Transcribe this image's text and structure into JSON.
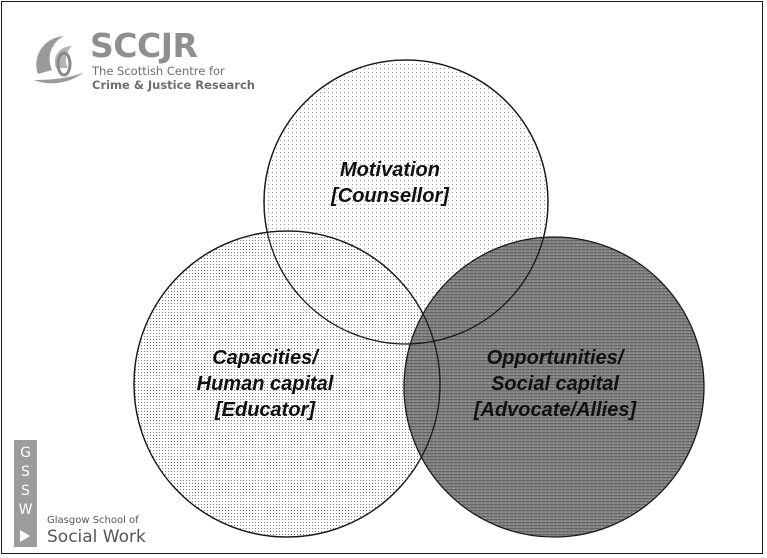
{
  "logos": {
    "sccjr": {
      "acronym": "SCCJR",
      "line1": "The Scottish Centre for",
      "line2": "Crime & Justice Research",
      "icon": "swirl-logo-icon"
    },
    "gssw": {
      "letters": [
        "G",
        "S",
        "S",
        "W"
      ],
      "line1": "Glasgow School of",
      "line2": "Social Work",
      "icon": "arrow-right-icon"
    }
  },
  "diagram": {
    "circles": {
      "motivation": {
        "line1": "Motivation",
        "line2": "[Counsellor]",
        "pattern": "light-dots"
      },
      "capacities": {
        "line1": "Capacities/",
        "line2": "Human capital",
        "line3": "[Educator]",
        "pattern": "medium-dots"
      },
      "opportunities": {
        "line1": "Opportunities/",
        "line2": "Social capital",
        "line3": "[Advocate/Allies]",
        "pattern": "dark-lines"
      }
    }
  },
  "colors": {
    "outline": "#1a1a1a",
    "text": "#111111",
    "logo_grey": "#8f8f8f",
    "dark_fill": "#6f6f6f"
  }
}
